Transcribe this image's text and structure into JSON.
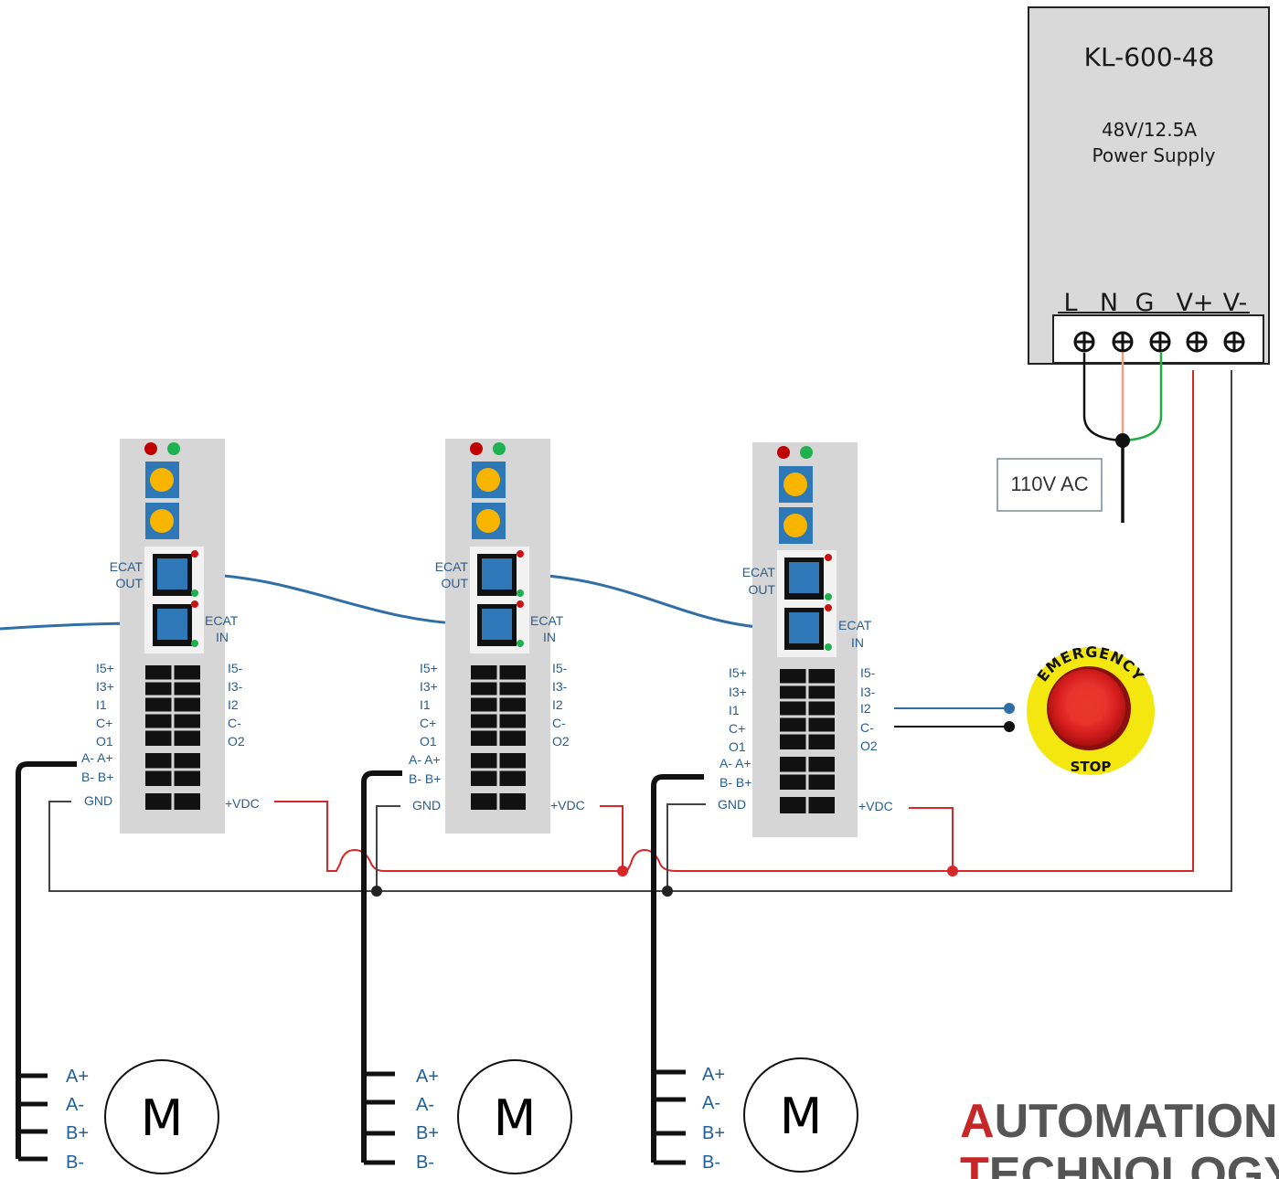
{
  "power_supply": {
    "model": "KL-600-48",
    "rating": "48V/12.5A",
    "description": "Power Supply",
    "terminals": [
      "L",
      "N",
      "G",
      "V+",
      "V-"
    ]
  },
  "ac_input": {
    "label": "110V AC"
  },
  "drives": [
    {
      "ecat_out": [
        "ECAT",
        "OUT"
      ],
      "ecat_in": [
        "ECAT",
        "IN"
      ],
      "left_pins": [
        "I5+",
        "I3+",
        "I1",
        "C+",
        "O1"
      ],
      "right_pins": [
        "I5-",
        "I3-",
        "I2",
        "C-",
        "O2"
      ],
      "motor_pins": [
        "A- A+",
        "B- B+"
      ],
      "gnd": "GND",
      "vdc": "+VDC"
    },
    {
      "ecat_out": [
        "ECAT",
        "OUT"
      ],
      "ecat_in": [
        "ECAT",
        "IN"
      ],
      "left_pins": [
        "I5+",
        "I3+",
        "I1",
        "C+",
        "O1"
      ],
      "right_pins": [
        "I5-",
        "I3-",
        "I2",
        "C-",
        "O2"
      ],
      "motor_pins": [
        "A- A+",
        "B- B+"
      ],
      "gnd": "GND",
      "vdc": "+VDC"
    },
    {
      "ecat_out": [
        "ECAT",
        "OUT"
      ],
      "ecat_in": [
        "ECAT",
        "IN"
      ],
      "left_pins": [
        "I5+",
        "I3+",
        "I1",
        "C+",
        "O1"
      ],
      "right_pins": [
        "I5-",
        "I3-",
        "I2",
        "C-",
        "O2"
      ],
      "motor_pins": [
        "A- A+",
        "B- B+"
      ],
      "gnd": "GND",
      "vdc": "+VDC"
    }
  ],
  "motors": [
    {
      "symbol": "M",
      "wires": [
        "A+",
        "A-",
        "B+",
        "B-"
      ]
    },
    {
      "symbol": "M",
      "wires": [
        "A+",
        "A-",
        "B+",
        "B-"
      ]
    },
    {
      "symbol": "M",
      "wires": [
        "A+",
        "A-",
        "B+",
        "B-"
      ]
    }
  ],
  "estop": {
    "top_text": "EMERGENCY",
    "bottom_text": "STOP"
  },
  "logo": {
    "line1": "AUTOMATION",
    "line2": "TECHNOLOGY"
  },
  "colors": {
    "ethercat_cable": "#2f6fa6",
    "dc_positive": "#d62828",
    "dc_ground": "#333333",
    "ac_neutral": "#f0a080",
    "ac_ground": "#22aa44",
    "drive_body": "#d6d6d6",
    "port_blue": "#2e78b7",
    "knob_yellow": "#f7b500",
    "logo_red": "#c62828"
  }
}
